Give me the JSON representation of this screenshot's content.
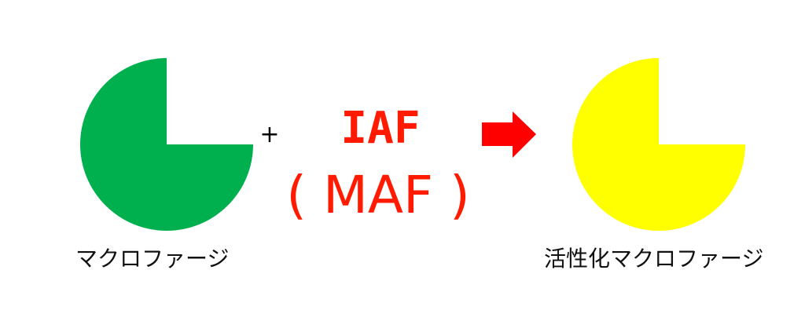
{
  "diagram": {
    "colors": {
      "macrophage": "#00b04f",
      "activated_macrophage": "#ffff00",
      "factor_text": "#ff1a00",
      "arrow": "#ff0000",
      "label_text": "#111111"
    },
    "left_cell": {
      "shape": "pacman-circle-quarter-removed",
      "label": "マクロファージ"
    },
    "operator": "+",
    "factor": {
      "name": "IAF",
      "alias": "( MAF )"
    },
    "arrow_icon": "right-arrow-icon",
    "right_cell": {
      "shape": "pacman-circle-quarter-removed",
      "label": "活性化マクロファージ"
    }
  }
}
